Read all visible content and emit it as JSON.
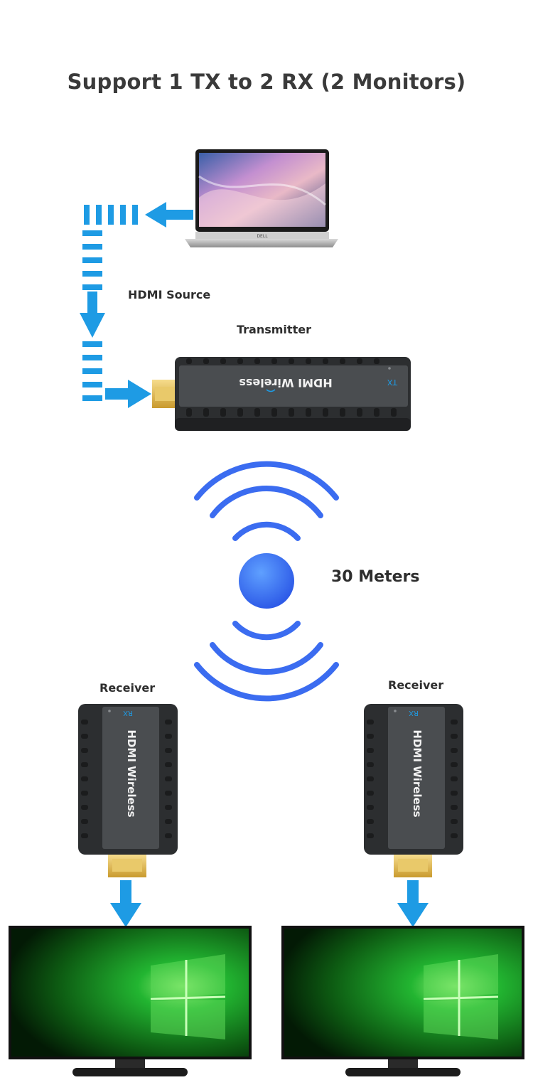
{
  "title": "Support 1 TX to 2 RX (2 Monitors)",
  "labels": {
    "hdmi_source": "HDMI Source",
    "transmitter": "Transmitter",
    "distance": "30 Meters",
    "receiver_left": "Receiver",
    "receiver_right": "Receiver"
  },
  "devices": {
    "laptop_brand": "DELL",
    "tx_text": "HDMI Wireless",
    "tx_badge": "TX",
    "rx_text": "HDMI Wireless",
    "rx_badge": "RX"
  },
  "colors": {
    "arrow_blue": "#1e9be4",
    "signal_blue": "#3b6cf0",
    "device_body": "#2f3133",
    "device_panel": "#4a4d50",
    "connector_gold": "#e8c25a",
    "screen_green": "#22b531"
  }
}
